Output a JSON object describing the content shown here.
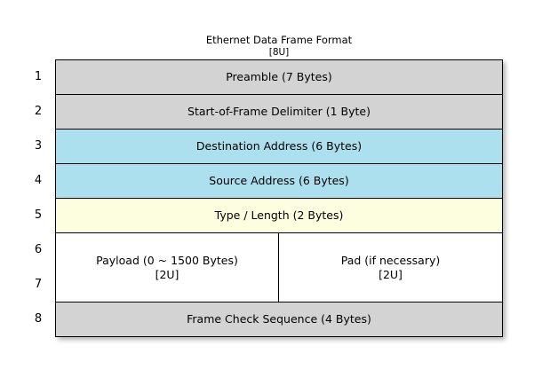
{
  "diagram": {
    "title": "Ethernet Data Frame Format",
    "title_sub": "[8U]",
    "colors": {
      "gray": "#d3d3d3",
      "blue": "#ade0ee",
      "yellow": "#fdfddf",
      "white": "#ffffff",
      "border": "#000000",
      "background": "#ffffff"
    },
    "row_numbers": [
      "1",
      "2",
      "3",
      "4",
      "5",
      "6",
      "7",
      "8"
    ],
    "rows": [
      {
        "number": "1",
        "label": "Preamble (7 Bytes)",
        "color": "gray"
      },
      {
        "number": "2",
        "label": "Start-of-Frame Delimiter (1 Byte)",
        "color": "gray"
      },
      {
        "number": "3",
        "label": "Destination Address (6 Bytes)",
        "color": "blue"
      },
      {
        "number": "4",
        "label": "Source Address (6 Bytes)",
        "color": "blue"
      },
      {
        "number": "5",
        "label": "Type / Length (2 Bytes)",
        "color": "yellow"
      },
      {
        "number": "6-7",
        "color": "white",
        "split": true,
        "left": {
          "label": "Payload (0 ~ 1500 Bytes)",
          "sub": "[2U]"
        },
        "right": {
          "label": "Pad (if necessary)",
          "sub": "[2U]"
        }
      },
      {
        "number": "8",
        "label": "Frame Check Sequence (4 Bytes)",
        "color": "gray"
      }
    ]
  }
}
